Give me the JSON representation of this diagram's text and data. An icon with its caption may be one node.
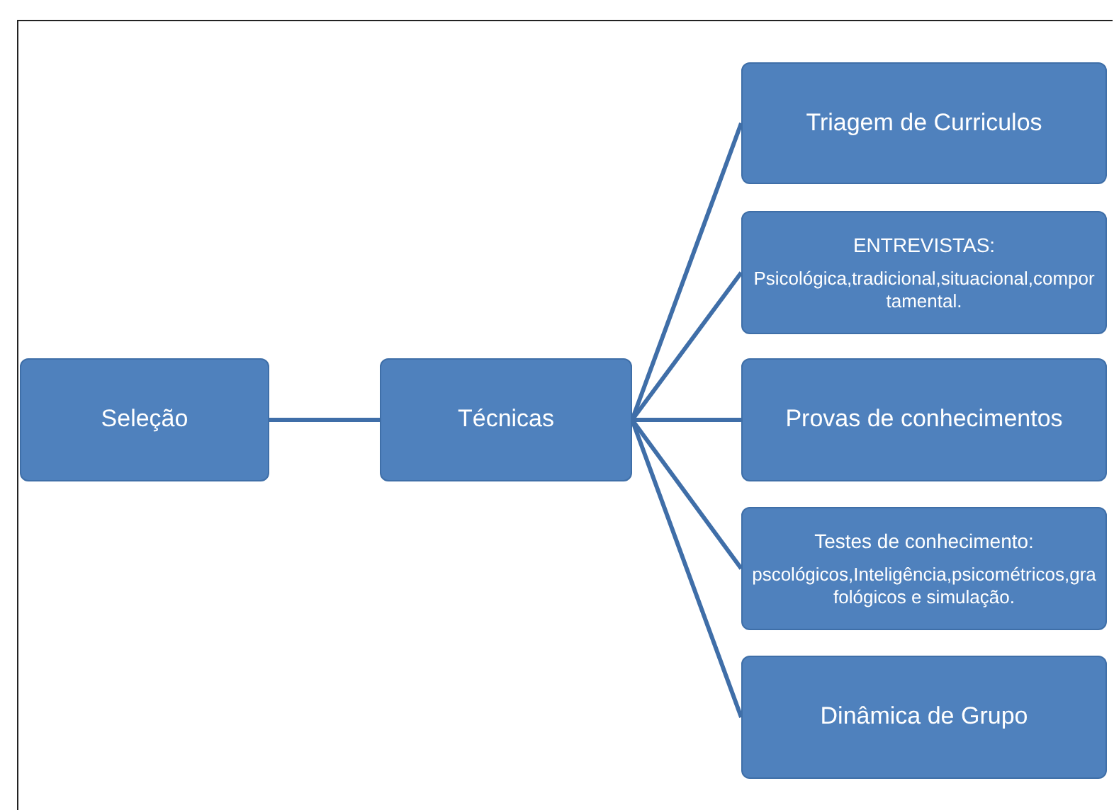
{
  "diagram": {
    "nodes": [
      {
        "text": [
          "Seleção"
        ]
      },
      {
        "text": [
          "Técnicas"
        ]
      },
      {
        "text": [
          "Triagem de Curriculos"
        ]
      },
      {
        "text": [
          "ENTREVISTAS:",
          "Psicológica,tradicional,situacional,comportamental."
        ]
      },
      {
        "text": [
          "Provas de conhecimentos"
        ]
      },
      {
        "text": [
          "Testes de conhecimento:",
          "pscológicos,Inteligência,psicométricos,grafológicos e simulação."
        ]
      },
      {
        "text": [
          "Dinâmica de Grupo"
        ]
      }
    ],
    "edges": [
      {
        "from": 0,
        "to": 1,
        "arrow": "none"
      },
      {
        "from": 1,
        "to": 2,
        "arrow": "none"
      },
      {
        "from": 1,
        "to": 3,
        "arrow": "none"
      },
      {
        "from": 1,
        "to": 4,
        "arrow": "none"
      },
      {
        "from": 1,
        "to": 5,
        "arrow": "none"
      },
      {
        "from": 1,
        "to": 6,
        "arrow": "none"
      }
    ]
  }
}
